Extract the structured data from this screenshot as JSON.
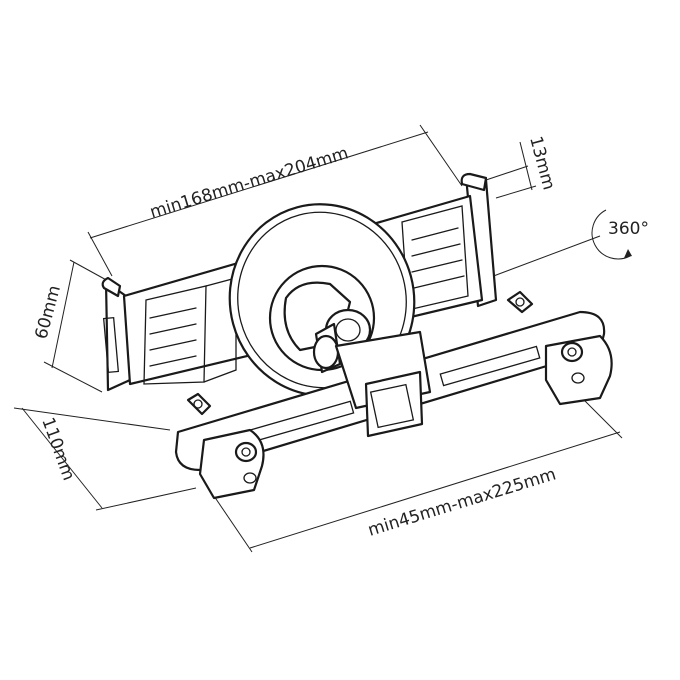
{
  "diagram": {
    "dimensions": {
      "width_range": "min168mm-max204mm",
      "depth": "13mm",
      "rotation": "360°",
      "height": "60mm",
      "bar_depth": "110mm",
      "bar_range": "min45mm-max225mm"
    },
    "colors": {
      "line": "#1a1a1a",
      "background": "#ffffff"
    }
  }
}
